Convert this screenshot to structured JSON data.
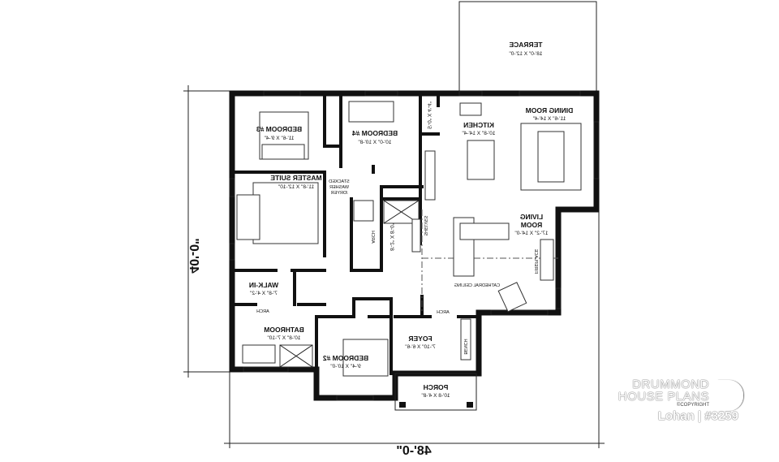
{
  "plan": {
    "rooms": {
      "terrace": {
        "name": "TERRACE",
        "size": "18'-0\" X 12'-0\""
      },
      "bedroom3": {
        "name": "BEDROOM #3",
        "size": "11'-6\" X 9'-4\""
      },
      "bedroom4": {
        "name": "BEDROOM #4",
        "size": "10'-0\" X 10'-8\""
      },
      "master": {
        "name": "MASTER SUITE",
        "size": "11'-8\" X 12'-10\""
      },
      "kitchen": {
        "name": "KITCHEN",
        "size": "10'-8\" X 14'-4\""
      },
      "dining": {
        "name": "DINING ROOM",
        "size": "11'-6\" X 14'-4\""
      },
      "living": {
        "name1": "LIVING",
        "name2": "ROOM",
        "size": "17'-2\" X 14'-0\""
      },
      "walkin": {
        "name": "WALK-IN",
        "size": "7'-8\" X 4'-2\""
      },
      "bathroom": {
        "name": "BATHROOM",
        "size": "10'-8\" X 7'-10\""
      },
      "bedroom2": {
        "name": "BEDROOM #2",
        "size": "9'-4\" X 10'-0\""
      },
      "foyer": {
        "name": "FOYER",
        "size": "7'-10\" X 6'-6\""
      },
      "porch": {
        "name": "PORCH",
        "size": "10'-8 X 4'-8\""
      },
      "pantry": {
        "size": "5'-0\" X 4'-4\""
      },
      "bath2": {
        "size": "8'-2\" X 8'-0\""
      }
    },
    "notes": {
      "stacked1": "STACKED",
      "stacked2": "WASHER",
      "stacked3": "/DRYER",
      "shelves": "SHELVES",
      "fireplace": "FIREPLACE",
      "cathedral": "CATHEDRAL CEILING",
      "arch": "ARCH",
      "bench": "BENCH"
    },
    "dimensions": {
      "width": "48'-0\"",
      "depth": "40'-0\""
    },
    "mirrored": true
  },
  "branding": {
    "line1": "DRUMMOND",
    "line2": "HOUSE PLANS",
    "copyright": "©COPYRIGHT",
    "plan_name": "Lohan | #3259"
  }
}
